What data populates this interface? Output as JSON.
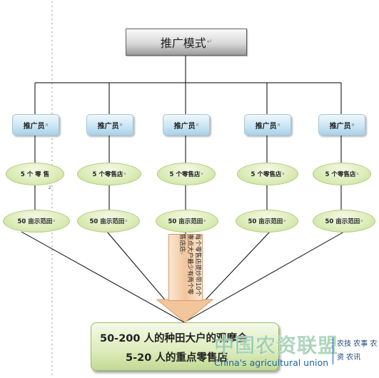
{
  "title": "推广模式",
  "edit_mark": "↵",
  "cell_mark": "¤",
  "side_mark": "2.",
  "promoters": [
    "推广员",
    "推广员",
    "推广员",
    "推广员",
    "推广员"
  ],
  "stores": [
    "5  个 零 售",
    "5 个零售店",
    "5 个零售店",
    "5 个零售店",
    "5 个零售店"
  ],
  "areas": [
    "50 亩示范田",
    "50 亩示范田",
    "50 亩示范田",
    "50 亩示范田",
    "50 亩示范田"
  ],
  "arrow_text": "每个零售店提炒带10个重点大户最少有两个零售店店",
  "bottom": {
    "line1": "50-200 人的种田大户的观摩会",
    "line2": "5-20 人的重点零售店"
  },
  "watermark": {
    "brand": "中国农资联盟",
    "english": "China's agricultural union",
    "side": "农技 农事 农资 农讯"
  },
  "colors": {
    "promoter_fill": "#cfe8f5",
    "oval_fill": "#dcecb8",
    "arrow_fill": "#f3c59b",
    "watermark_green": "#0b823a"
  }
}
